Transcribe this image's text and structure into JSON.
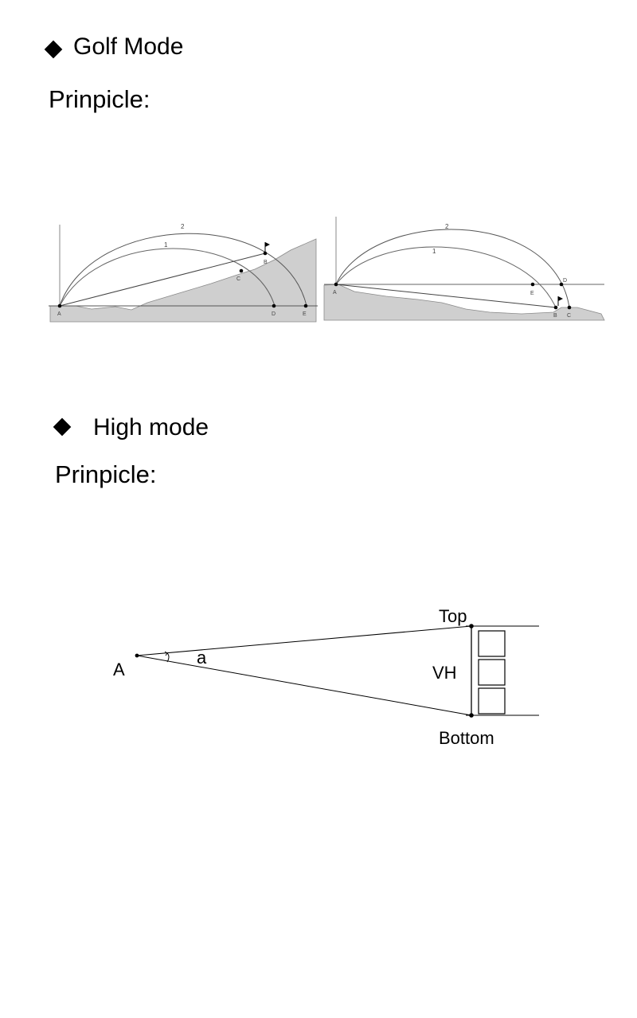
{
  "sections": [
    {
      "heading": "Golf Mode",
      "subheading": "Prinpicle:"
    },
    {
      "heading": "High mode",
      "subheading": "Prinpicle:"
    }
  ],
  "golf_diagram_left": {
    "arc_labels": [
      "2",
      "1"
    ],
    "point_labels": [
      "A",
      "B",
      "C",
      "D",
      "E"
    ]
  },
  "golf_diagram_right": {
    "arc_labels": [
      "2",
      "1"
    ],
    "point_labels": [
      "A",
      "E",
      "D",
      "B",
      "C"
    ]
  },
  "high_diagram": {
    "label_top": "Top",
    "label_bottom": "Bottom",
    "label_vh": "VH",
    "label_a_point": "A",
    "label_angle": "a"
  }
}
